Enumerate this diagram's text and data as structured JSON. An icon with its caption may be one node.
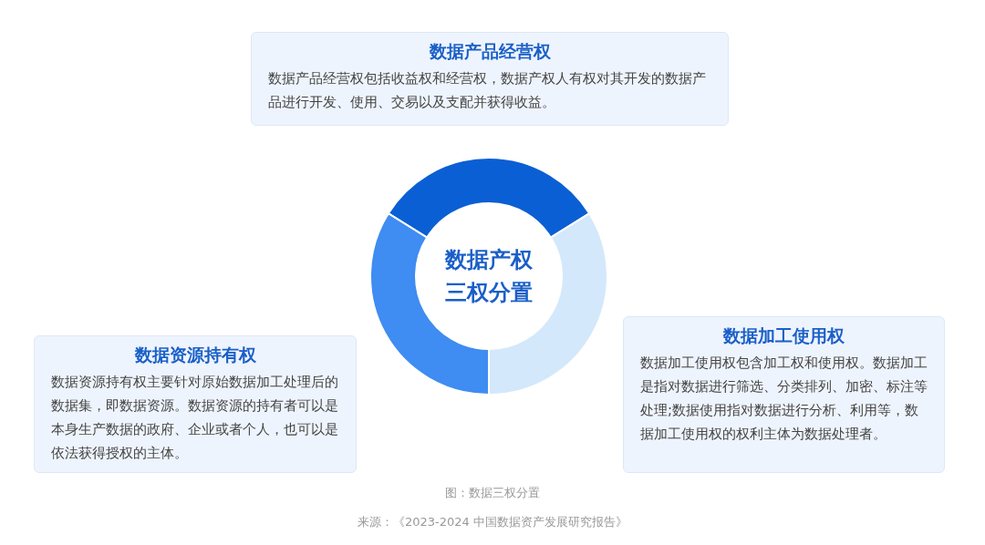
{
  "diagram": {
    "caption": "图：数据三权分置",
    "nodes": [
      {
        "text": [
          "数据产权三权分置"
        ]
      },
      {
        "text": [
          "数据产品经营权",
          "数据产品经营权包括收益权和经营权，数据产权人有权对其开发的数据产品进行开发、使用、交易以及支配并获得收益。"
        ]
      },
      {
        "text": [
          "数据加工使用权",
          "数据加工使用权包含加工权和使用权。数据加工是指对数据进行筛选、分类排列、加密、标注等处理;数据使用指对数据进行分析、利用等，数据加工使用权的权利主体为数据处理者。"
        ]
      },
      {
        "text": [
          "数据资源持有权",
          "数据资源持有权主要针对原始数据加工处理后的数据集，即数据资源。数据资源的持有者可以是本身生产数据的政府、企业或者个人，也可以是依法获得授权的主体。"
        ]
      }
    ],
    "labels": [
      "来源：《2023-2024 中国数据资产发展研究报告》"
    ]
  }
}
